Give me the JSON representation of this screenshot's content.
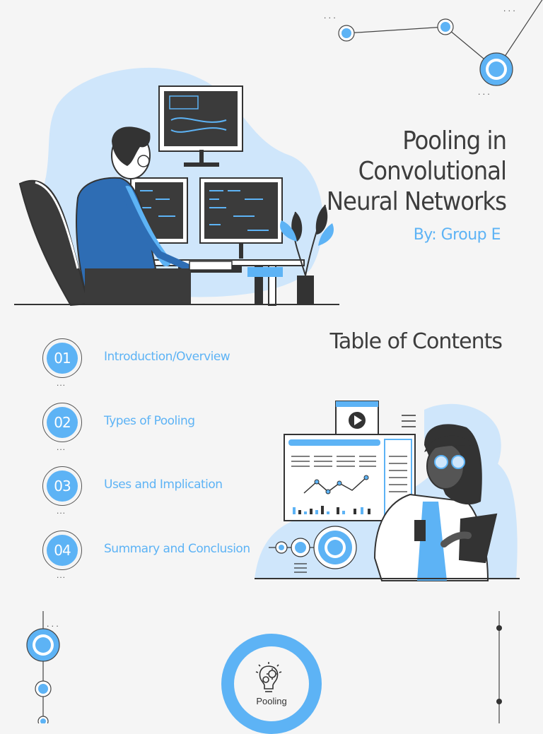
{
  "slide": {
    "title": "Pooling in\nConvolutional\nNeural Networks",
    "subtitle": "By: Group E"
  },
  "toc": {
    "heading": "Table of Contents",
    "items": [
      {
        "number": "01",
        "label": "Introduction/Overview"
      },
      {
        "number": "02",
        "label": "Types of Pooling"
      },
      {
        "number": "03",
        "label": "Uses and Implication"
      },
      {
        "number": "04",
        "label": "Summary and Conclusion"
      }
    ]
  },
  "badge": {
    "label": "Pooling",
    "icon": "lightbulb-gears-icon"
  },
  "colors": {
    "accent": "#5db3f5",
    "light_blob": "#cfe6fb",
    "text_dark": "#3d3d3d",
    "ink": "#333333"
  }
}
